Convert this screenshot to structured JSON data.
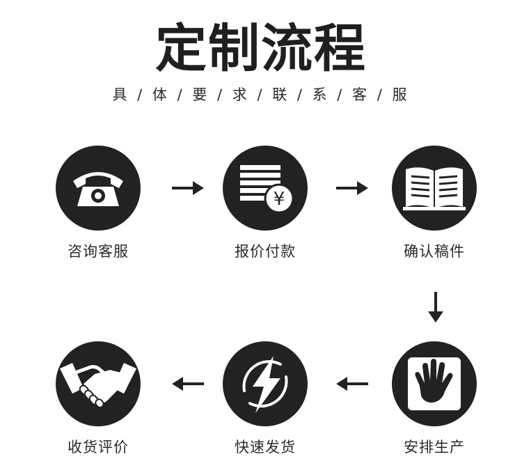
{
  "header": {
    "title": "定制流程",
    "subtitle": "具 / 体 / 要 / 求 / 联 / 系 / 客 / 服",
    "accent_color": "#f5c800"
  },
  "steps": [
    {
      "label": "咨询客服",
      "icon": "telephone-icon"
    },
    {
      "label": "报价付款",
      "icon": "bill-yuan-icon",
      "symbol": "¥"
    },
    {
      "label": "确认稿件",
      "icon": "open-book-icon"
    },
    {
      "label": "安排生产",
      "icon": "hand-icon"
    },
    {
      "label": "快速发货",
      "icon": "lightning-icon"
    },
    {
      "label": "收货评价",
      "icon": "handshake-icon"
    }
  ],
  "colors": {
    "circle": "#222222",
    "text": "#2a2a2a",
    "arrow": "#222222"
  }
}
